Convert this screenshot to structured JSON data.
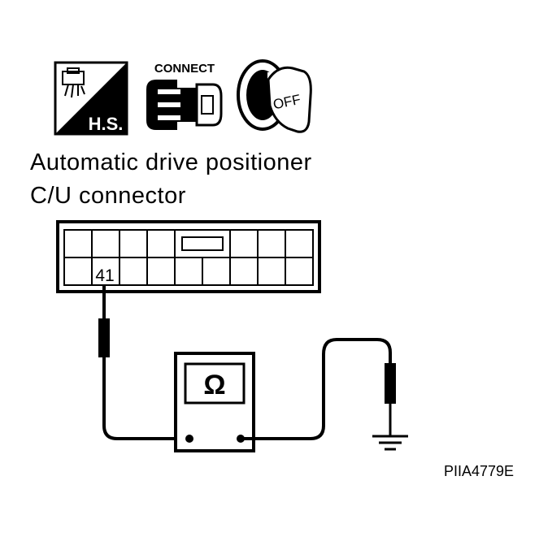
{
  "icons": {
    "hs_label": "H.S.",
    "connect_label": "CONNECT",
    "off_label": "OFF"
  },
  "title": {
    "line1": "Automatic drive positioner",
    "line2": "C/U connector"
  },
  "connector": {
    "terminal": "41"
  },
  "meter": {
    "symbol": "Ω"
  },
  "reference": "PIIA4779E"
}
